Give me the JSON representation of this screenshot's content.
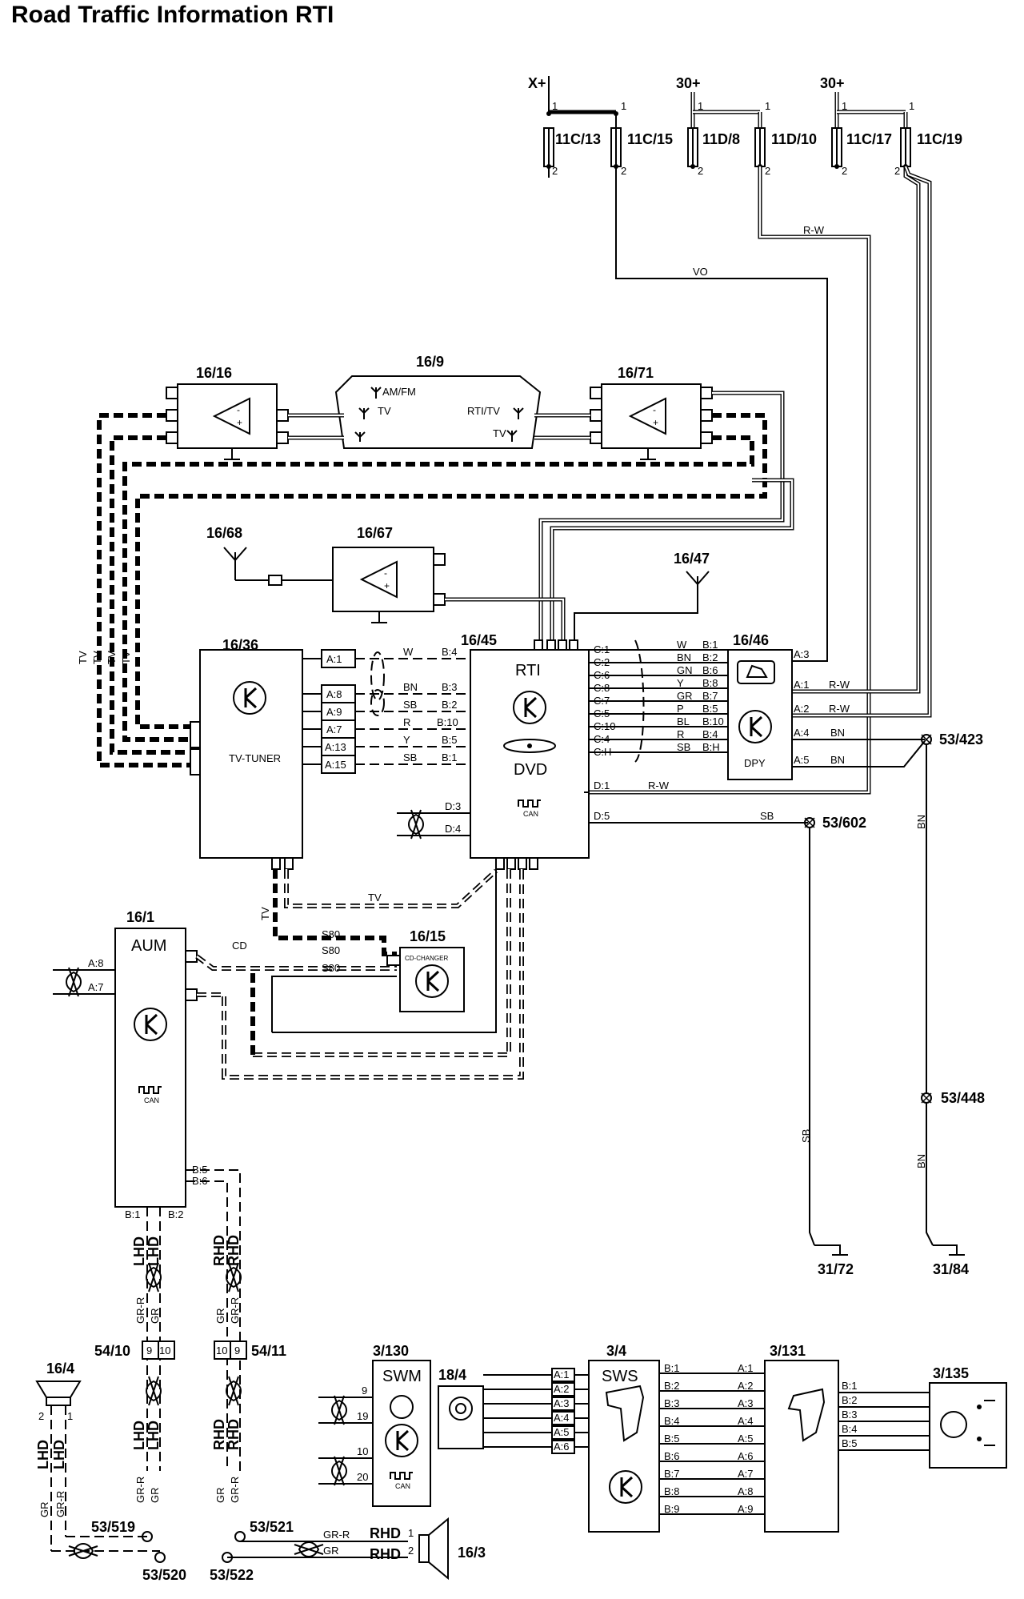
{
  "title": "Road Traffic Information RTI",
  "fuses": [
    {
      "supply": "X+",
      "labels": [
        "11C/13",
        "11C/15"
      ]
    },
    {
      "supply": "30+",
      "labels": [
        "11D/8",
        "11D/10"
      ]
    },
    {
      "supply": "30+",
      "labels": [
        "11C/17",
        "11C/19"
      ]
    }
  ],
  "fuse_pin_top": "1",
  "fuse_pin_bottom": "2",
  "wire_colors": {
    "vo": "VO",
    "rw": "R-W",
    "bn": "BN",
    "sb": "SB",
    "tv": "TV",
    "s80": "S80",
    "cd": "CD",
    "gr": "GR",
    "grr": "GR-R",
    "lhd": "LHD",
    "rhd": "RHD"
  },
  "components": {
    "c1616": {
      "label": "16/16"
    },
    "c169": {
      "label": "16/9",
      "am_fm": "AM/FM",
      "tv": "TV",
      "rti_tv": "RTI/TV",
      "tv2": "TV"
    },
    "c1671": {
      "label": "16/71"
    },
    "c1668": {
      "label": "16/68"
    },
    "c1667": {
      "label": "16/67"
    },
    "c1647": {
      "label": "16/47"
    },
    "c1636": {
      "label": "16/36",
      "name": "TV-TUNER",
      "pins": [
        "A:1",
        "A:8",
        "A:9",
        "A:7",
        "A:13",
        "A:15"
      ]
    },
    "c1645": {
      "label": "16/45",
      "name": "RTI",
      "sub": "DVD",
      "can": "CAN",
      "b_pins": [
        "B:4",
        "B:3",
        "B:2",
        "B:10",
        "B:5",
        "B:1"
      ],
      "c_pins": [
        "C:1",
        "C:2",
        "C:6",
        "C:8",
        "C:7",
        "C:5",
        "C:10",
        "C:4",
        "C:H"
      ],
      "d_pins": [
        "D:1",
        "D:5",
        "D:3",
        "D:4"
      ],
      "b_wires": [
        "W",
        "BN",
        "SB",
        "R",
        "Y",
        "SB"
      ],
      "c_wires": [
        "W",
        "BN",
        "GN",
        "Y",
        "GR",
        "P",
        "BL",
        "R",
        "SB"
      ]
    },
    "c1646": {
      "label": "16/46",
      "name": "DPY",
      "b_pins": [
        "B:1",
        "B:2",
        "B:6",
        "B:8",
        "B:7",
        "B:5",
        "B:10",
        "B:4",
        "B:H"
      ],
      "a_pins": [
        "A:3",
        "A:1",
        "A:2",
        "A:4",
        "A:5"
      ]
    },
    "c161": {
      "label": "16/1",
      "name": "AUM",
      "can": "CAN",
      "pins": [
        "A:8",
        "A:7",
        "B:5",
        "B:6",
        "B:1",
        "B:2"
      ]
    },
    "c1615": {
      "label": "16/15",
      "name": "CD-CHANGER"
    },
    "c164": {
      "label": "16/4",
      "pins": [
        "2",
        "1"
      ]
    },
    "c163": {
      "label": "16/3",
      "pins": [
        "1",
        "2"
      ]
    },
    "c3130": {
      "label": "3/130",
      "name": "SWM",
      "can": "CAN",
      "pins": [
        "9",
        "19",
        "10",
        "20"
      ]
    },
    "c184": {
      "label": "18/4"
    },
    "c34": {
      "label": "3/4",
      "name": "SWS",
      "a_pins": [
        "A:1",
        "A:2",
        "A:3",
        "A:4",
        "A:5",
        "A:6"
      ],
      "b_pins": [
        "B:1",
        "B:2",
        "B:3",
        "B:4",
        "B:5",
        "B:6",
        "B:7",
        "B:8",
        "B:9"
      ]
    },
    "c3131": {
      "label": "3/131",
      "a_pins": [
        "A:1",
        "A:2",
        "A:3",
        "A:4",
        "A:5",
        "A:6",
        "A:7",
        "A:8",
        "A:9"
      ],
      "b_pins": [
        "B:1",
        "B:2",
        "B:3",
        "B:4",
        "B:5"
      ]
    },
    "c3135": {
      "label": "3/135"
    }
  },
  "connectors": {
    "c5410": {
      "label": "54/10",
      "pins": [
        "9",
        "10"
      ]
    },
    "c5411": {
      "label": "54/11",
      "pins": [
        "10",
        "9"
      ]
    }
  },
  "splices": [
    "53/423",
    "53/602",
    "53/448",
    "53/519",
    "53/520",
    "53/521",
    "53/522"
  ],
  "grounds": [
    "31/72",
    "31/84"
  ]
}
